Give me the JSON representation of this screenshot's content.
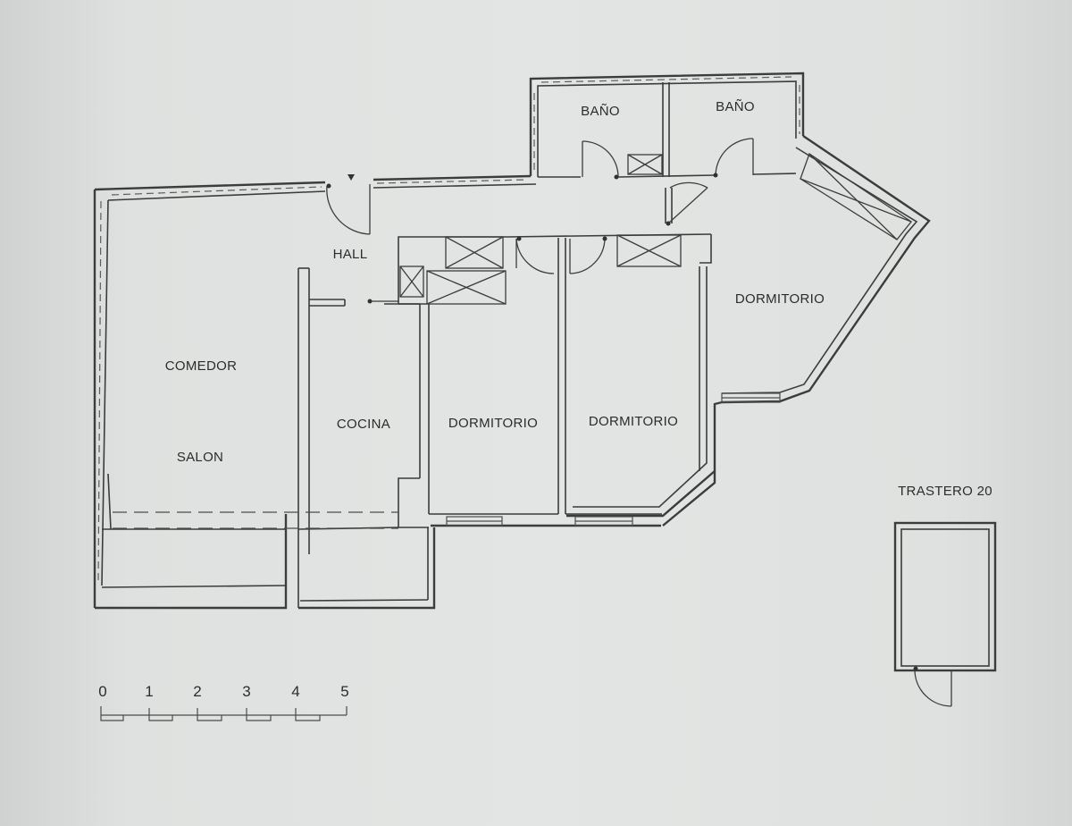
{
  "plan": {
    "rooms": {
      "bano_left": "BAÑO",
      "bano_right": "BAÑO",
      "hall": "HALL",
      "dormitorio_top": "DORMITORIO",
      "comedor": "COMEDOR",
      "salon": "SALON",
      "cocina": "COCINA",
      "dormitorio_mid_left": "DORMITORIO",
      "dormitorio_mid_right": "DORMITORIO",
      "trastero": "TRASTERO 20"
    },
    "scale": {
      "ticks": [
        "0",
        "1",
        "2",
        "3",
        "4",
        "5"
      ]
    }
  }
}
